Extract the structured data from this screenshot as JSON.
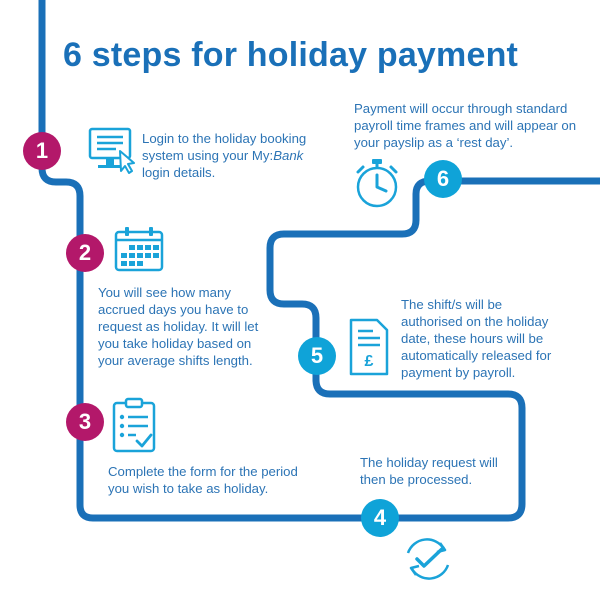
{
  "title": "6 steps for holiday payment",
  "colors": {
    "path": "#1a70b8",
    "magenta_badge": "#b3186a",
    "cyan_badge": "#0fa3d8",
    "text": "#2c74b5",
    "icon": "#1aa3d9"
  },
  "steps": [
    {
      "number": "1",
      "icon": "computer-cursor-icon",
      "text_before": "Login to the holiday booking system using your My:",
      "text_italic": "Bank",
      "text_after": " login details."
    },
    {
      "number": "2",
      "icon": "calendar-icon",
      "text": "You will see how many accrued days you have to request as holiday. It will let you take holiday based on your average shifts length."
    },
    {
      "number": "3",
      "icon": "checklist-clipboard-icon",
      "text": "Complete the form for the period you wish to take as holiday."
    },
    {
      "number": "4",
      "icon": "refresh-check-icon",
      "text": "The holiday request will then be processed."
    },
    {
      "number": "5",
      "icon": "payslip-pound-icon",
      "text": "The shift/s will be authorised on the holiday date, these hours will be automatically released for payment by payroll."
    },
    {
      "number": "6",
      "icon": "stopwatch-icon",
      "text": "Payment will occur through standard payroll time frames and will appear on your payslip as a ‘rest day’."
    }
  ]
}
